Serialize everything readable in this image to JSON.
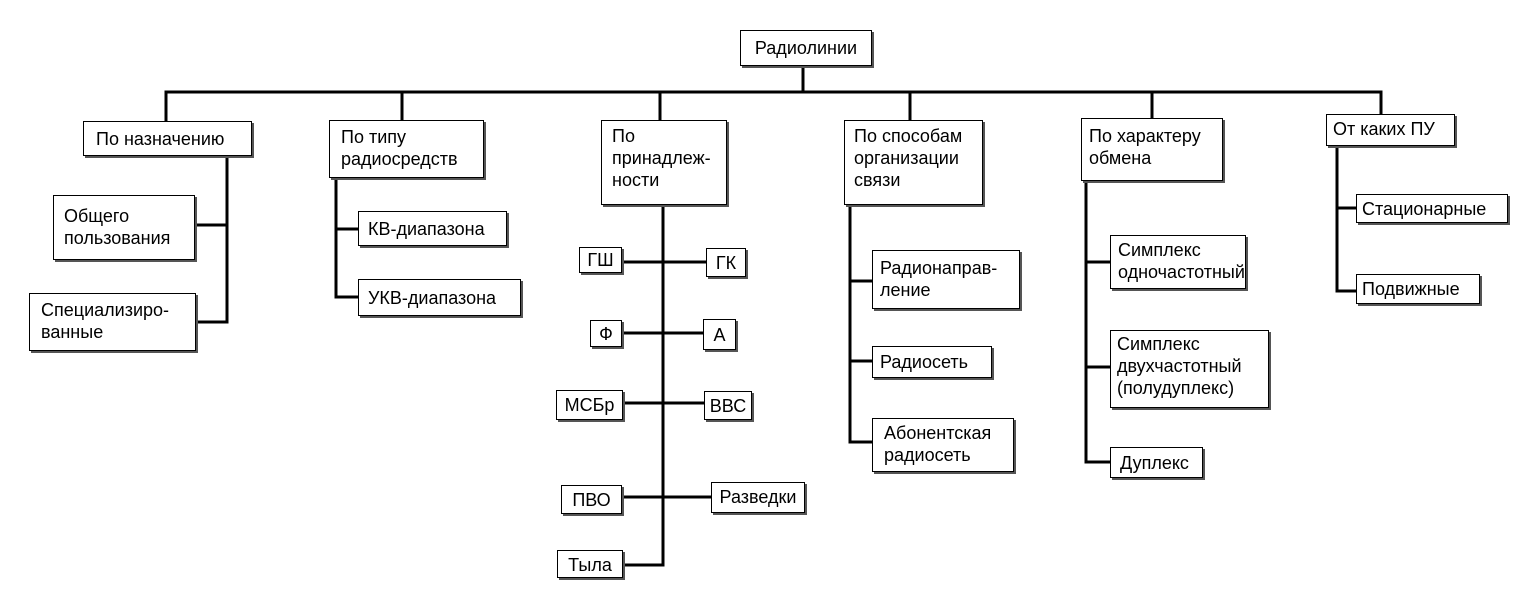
{
  "root": "Радиолинии",
  "groups": [
    {
      "label": "По назначению",
      "items": [
        "Общего\nпользования",
        "Специализиро-\nванные"
      ]
    },
    {
      "label": "По типу\nрадиосредств",
      "items": [
        "КВ-диапазона",
        "УКВ-диапазона"
      ]
    },
    {
      "label": "По\nпринадлеж-\nности",
      "left_items": [
        "ГШ",
        "Ф",
        "МСБр",
        "ПВО",
        "Тыла"
      ],
      "right_items": [
        "ГК",
        "А",
        "ВВС",
        "Разведки"
      ]
    },
    {
      "label": "По способам\nорганизации\nсвязи",
      "items": [
        "Радионаправ-\nление",
        "Радиосеть",
        "Абонентская\nрадиосеть"
      ]
    },
    {
      "label": "По характеру\nобмена",
      "items": [
        "Симплекс\nодночастотный",
        "Симплекс\nдвухчастотный\n(полудуплекс)",
        "Дуплекс"
      ]
    },
    {
      "label": "От каких ПУ",
      "items": [
        "Стационарные",
        "Подвижные"
      ]
    }
  ]
}
